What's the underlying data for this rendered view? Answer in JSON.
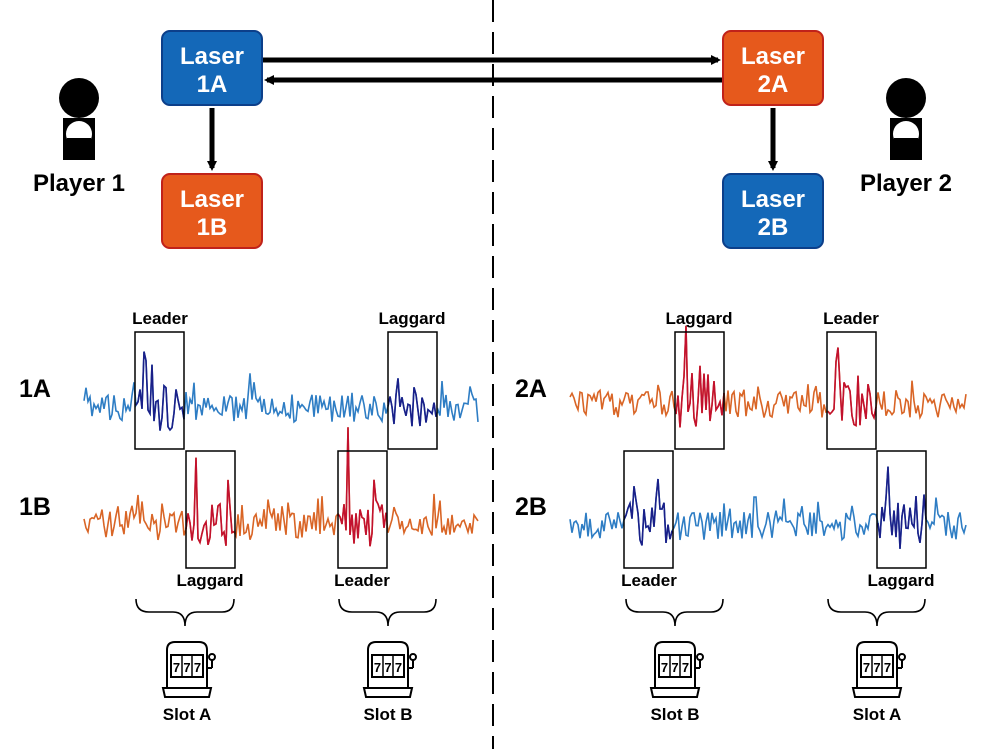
{
  "colors": {
    "blue_box": "#1468b8",
    "orange_box": "#e6591c",
    "blue_border": "#0c3f8a",
    "orange_border": "#c0221a",
    "blue_trace": "#2e7dc4",
    "blue_highlight": "#1a1f88",
    "orange_trace": "#d96526",
    "orange_highlight": "#c2112e"
  },
  "lasers": {
    "l1a": {
      "line1": "Laser",
      "line2": "1A"
    },
    "l1b": {
      "line1": "Laser",
      "line2": "1B"
    },
    "l2a": {
      "line1": "Laser",
      "line2": "2A"
    },
    "l2b": {
      "line1": "Laser",
      "line2": "2B"
    }
  },
  "players": {
    "p1": "Player 1",
    "p2": "Player 2"
  },
  "traces": {
    "t1a": "1A",
    "t1b": "1B",
    "t2a": "2A",
    "t2b": "2B"
  },
  "tags": {
    "p1_1a_left": "Leader",
    "p1_1a_right": "Laggard",
    "p1_1b_left": "Laggard",
    "p1_1b_right": "Leader",
    "p2_2a_left": "Laggard",
    "p2_2a_right": "Leader",
    "p2_2b_left": "Leader",
    "p2_2b_right": "Laggard"
  },
  "slots": {
    "p1_left": "Slot A",
    "p1_right": "Slot B",
    "p2_left": "Slot B",
    "p2_right": "Slot A"
  },
  "slot_machine_digits": "777"
}
